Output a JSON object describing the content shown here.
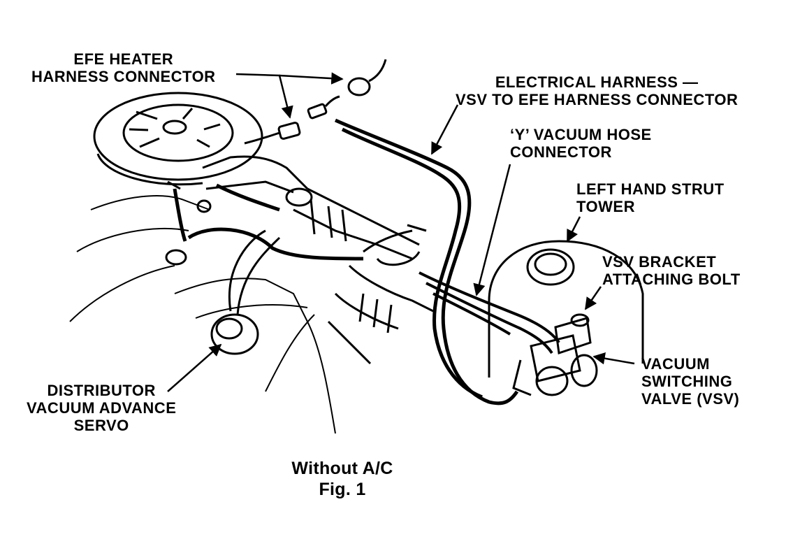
{
  "labels": {
    "efe_heater": [
      "EFE HEATER",
      "HARNESS CONNECTOR"
    ],
    "electrical_harness": [
      "ELECTRICAL HARNESS —",
      "VSV TO EFE HARNESS CONNECTOR"
    ],
    "y_vacuum": [
      "‘Y’ VACUUM HOSE",
      "CONNECTOR"
    ],
    "strut_tower": [
      "LEFT HAND STRUT",
      "TOWER"
    ],
    "vsv_bracket": [
      "VSV BRACKET",
      "ATTACHING BOLT"
    ],
    "vsv": [
      "VACUUM",
      "SWITCHING",
      "VALVE (VSV)"
    ],
    "distributor": [
      "DISTRIBUTOR",
      "VACUUM ADVANCE",
      "SERVO"
    ]
  },
  "caption": {
    "line1": "Without A/C",
    "line2": "Fig. 1"
  },
  "colors": {
    "ink": "#000000",
    "paper": "#ffffff"
  }
}
